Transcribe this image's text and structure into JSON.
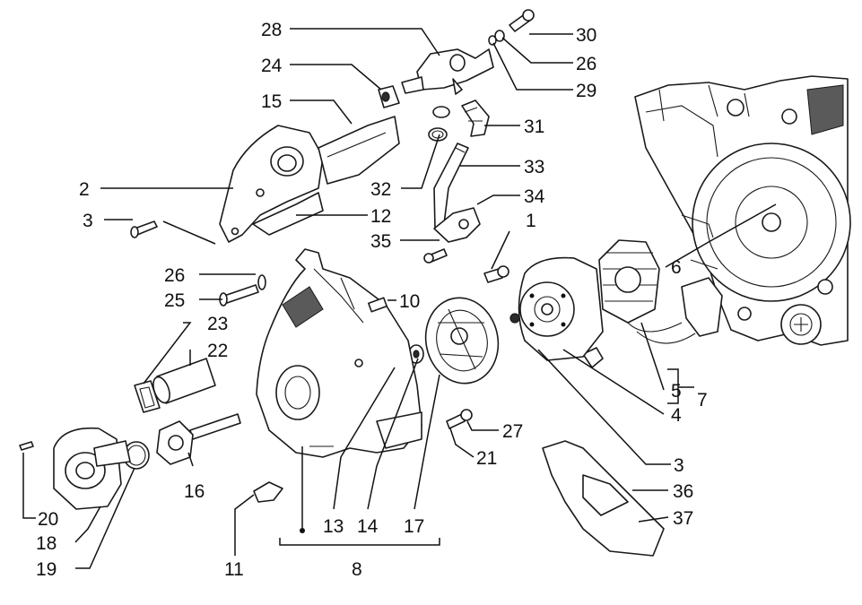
{
  "callouts": {
    "n28": "28",
    "n24": "24",
    "n15": "15",
    "n2": "2",
    "n3a": "3",
    "n30": "30",
    "n26a": "26",
    "n29": "29",
    "n31": "31",
    "n33": "33",
    "n32": "32",
    "n34": "34",
    "n12": "12",
    "n35": "35",
    "n1": "1",
    "n26b": "26",
    "n25": "25",
    "n10": "10",
    "n23": "23",
    "n22": "22",
    "n6": "6",
    "n5": "5",
    "n7": "7",
    "n4": "4",
    "n27": "27",
    "n21": "21",
    "n3b": "3",
    "n16": "16",
    "n36": "36",
    "n37": "37",
    "n20": "20",
    "n18": "18",
    "n19": "19",
    "n13": "13",
    "n14": "14",
    "n17": "17",
    "n11": "11",
    "n8": "8"
  }
}
